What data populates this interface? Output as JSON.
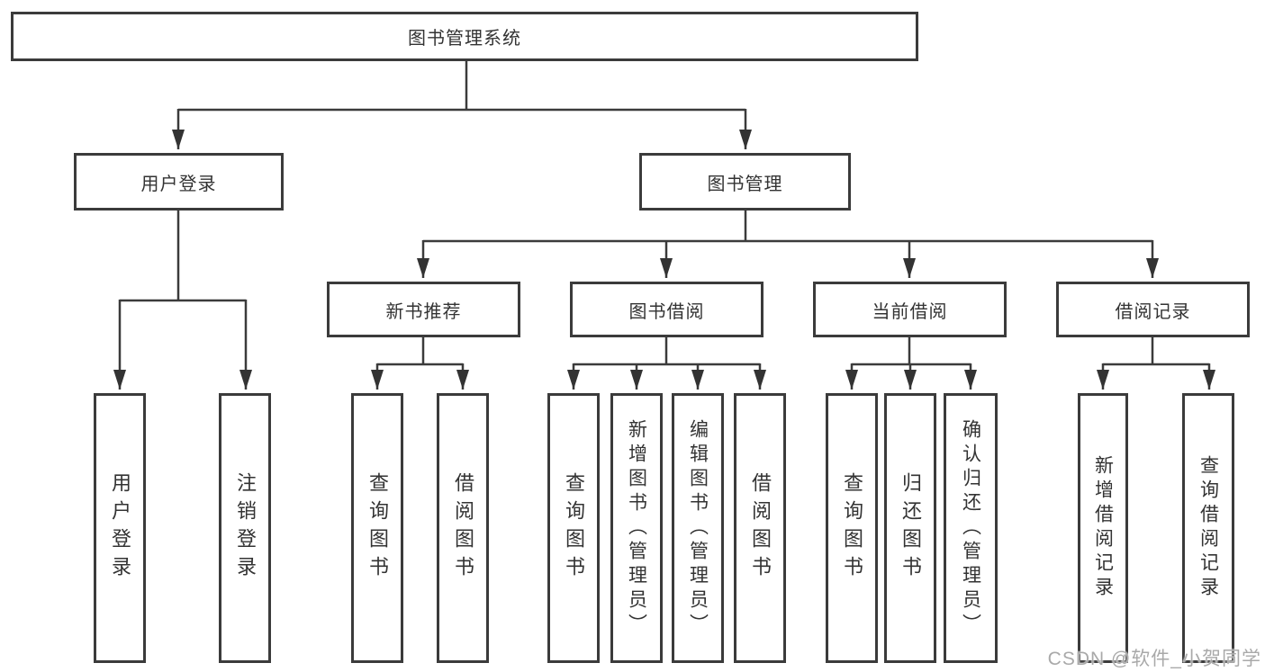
{
  "diagram": {
    "root_label": "图书管理系统",
    "login_branch": {
      "label": "用户登录",
      "children": [
        "用户登录",
        "注销登录"
      ]
    },
    "mgmt_branch": {
      "label": "图书管理",
      "groups": [
        {
          "label": "新书推荐",
          "children": [
            "查询图书",
            "借阅图书"
          ]
        },
        {
          "label": "图书借阅",
          "children": [
            "查询图书",
            "新增图书（管理员）",
            "编辑图书（管理员）",
            "借阅图书"
          ]
        },
        {
          "label": "当前借阅",
          "children": [
            "查询图书",
            "归还图书",
            "确认归还（管理员）"
          ]
        },
        {
          "label": "借阅记录",
          "children": [
            "新增借阅记录",
            "查询借阅记录"
          ]
        }
      ]
    }
  },
  "watermark": "CSDN @软件_小贺同学",
  "colors": {
    "line": "#3b3b3b",
    "text": "#333333",
    "background": "#ffffff",
    "watermark": "#a9a9a9"
  }
}
